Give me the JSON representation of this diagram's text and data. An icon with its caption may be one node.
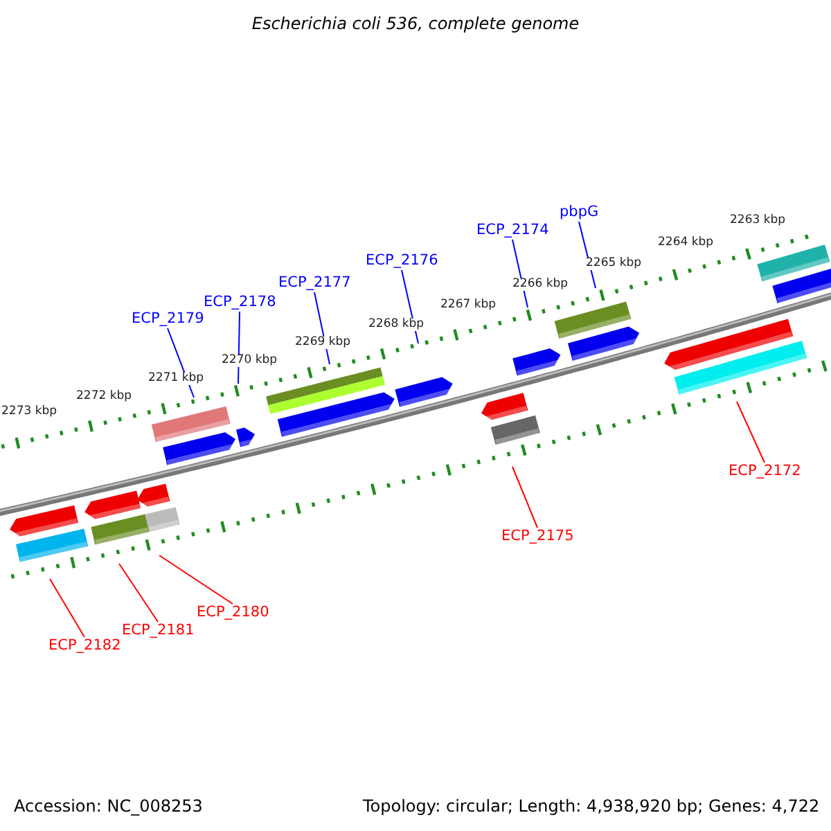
{
  "diagram": {
    "title": "Escherichia coli 536, complete genome",
    "nodes": [
      {
        "text": [
          "pbpG"
        ]
      },
      {
        "text": [
          "ECP_2174"
        ]
      },
      {
        "text": [
          "ECP_2176"
        ]
      },
      {
        "text": [
          "ECP_2177"
        ]
      },
      {
        "text": [
          "ECP_2178"
        ]
      },
      {
        "text": [
          "ECP_2179"
        ]
      },
      {
        "text": [
          "ECP_2172"
        ]
      },
      {
        "text": [
          "ECP_2175"
        ]
      },
      {
        "text": [
          "ECP_2180"
        ]
      },
      {
        "text": [
          "ECP_2181"
        ]
      },
      {
        "text": [
          "ECP_2182"
        ]
      }
    ],
    "edges": [
      {
        "from": 0,
        "to": null,
        "arrow": "none"
      },
      {
        "from": 1,
        "to": null,
        "arrow": "none"
      },
      {
        "from": 2,
        "to": null,
        "arrow": "none"
      },
      {
        "from": 3,
        "to": null,
        "arrow": "none"
      },
      {
        "from": 4,
        "to": null,
        "arrow": "none"
      },
      {
        "from": 5,
        "to": null,
        "arrow": "none"
      },
      {
        "from": 6,
        "to": null,
        "arrow": "none",
        "color": "#ff0000"
      },
      {
        "from": 7,
        "to": null,
        "arrow": "none",
        "color": "#ff0000"
      },
      {
        "from": 8,
        "to": null,
        "arrow": "none",
        "color": "#ff0000"
      },
      {
        "from": 9,
        "to": null,
        "arrow": "none",
        "color": "#ff0000"
      },
      {
        "from": 10,
        "to": null,
        "arrow": "none",
        "color": "#ff0000"
      }
    ],
    "labels": [
      "2263 kbp",
      "2264 kbp",
      "2265 kbp",
      "2266 kbp",
      "2267 kbp",
      "2268 kbp",
      "2269 kbp",
      "2270 kbp",
      "2271 kbp",
      "2272 kbp",
      "2273 kbp",
      "Accession: NC_008253",
      "Topology: circular; Length: 4,938,920 bp; Genes: 4,722"
    ]
  }
}
